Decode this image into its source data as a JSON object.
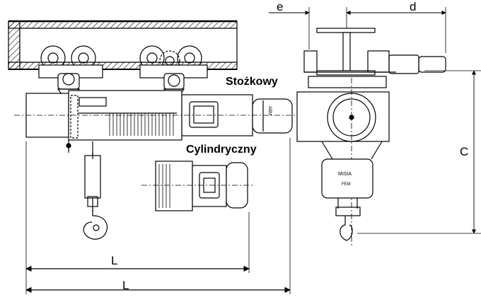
{
  "diagram": {
    "labels": {
      "conical": "Stożkowy",
      "cylindrical": "Cylindryczny",
      "dim_e": "e",
      "dim_d": "d",
      "dim_c": "C",
      "dim_l_inner": "L",
      "dim_l_outer": "L"
    },
    "plates": {
      "motor_plate": "ABM",
      "hook_block_brand": "MISIA",
      "hook_block_standard": "FEM"
    }
  }
}
